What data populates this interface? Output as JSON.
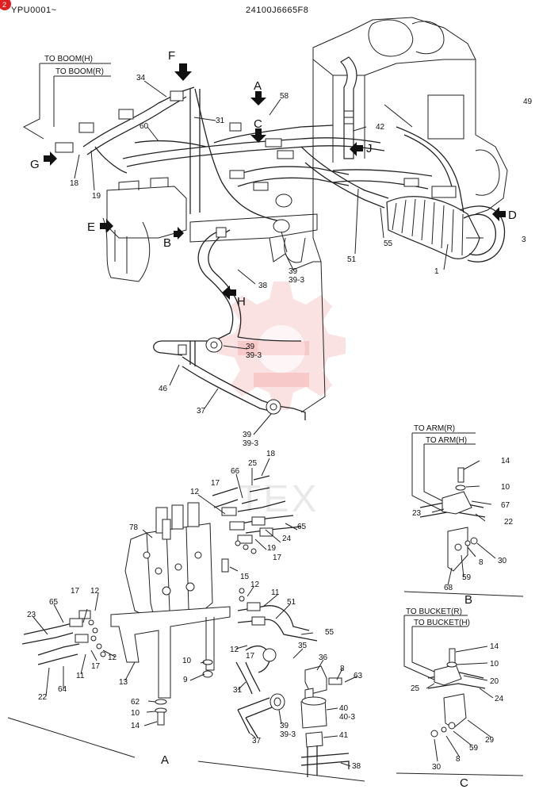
{
  "header": {
    "page_badge": "2",
    "serial": "YPU0001~",
    "part_code": "24100J6665F8"
  },
  "watermark": {
    "text": "TEX",
    "color": "#e64848"
  },
  "main_view": {
    "routing_labels": [
      "TO BOOM(H)",
      "TO BOOM(R)"
    ],
    "view_arrows": [
      "F",
      "A",
      "C",
      "J",
      "G",
      "E",
      "B",
      "D",
      "H"
    ],
    "callouts": {
      "c34": "34",
      "c31": "31",
      "c58": "58",
      "c49": "49",
      "c42": "42",
      "c60": "60",
      "c18": "18",
      "c19": "19",
      "c55": "55",
      "c3": "3",
      "c51": "51",
      "c1": "1",
      "c39a": "39",
      "c39_3a": "39-3",
      "c38": "38",
      "c39b": "39",
      "c39_3b": "39-3",
      "c46": "46",
      "c37": "37",
      "c39c": "39",
      "c39_3c": "39-3"
    }
  },
  "detail_a": {
    "view_label": "A",
    "callouts": {
      "c18": "18",
      "c25": "25",
      "c66": "66",
      "c17a": "17",
      "c12a": "12",
      "c78": "78",
      "c65a": "65",
      "c24a": "24",
      "c19": "19",
      "c17b": "17",
      "c15": "15",
      "c12b": "12",
      "c11a": "11",
      "c51": "51",
      "c55": "55",
      "c12c": "12",
      "c65b": "65",
      "c23": "23",
      "c17c": "17",
      "c12d": "12",
      "c17d": "17",
      "c11b": "11",
      "c64": "64",
      "c22": "22",
      "c13": "13",
      "c35": "35",
      "c36": "36",
      "c8": "8",
      "c63": "63",
      "c31": "31",
      "c10a": "10",
      "c9": "9",
      "c62": "62",
      "c10b": "10",
      "c14": "14",
      "c39": "39",
      "c39_3": "39-3",
      "c40": "40",
      "c40_3": "40-3",
      "c41": "41",
      "c37": "37",
      "c38": "38",
      "c12e": "12",
      "c17e": "17"
    }
  },
  "detail_b": {
    "view_label": "B",
    "routing_labels": [
      "TO ARM(R)",
      "TO ARM(H)"
    ],
    "callouts": {
      "c14": "14",
      "c10": "10",
      "c67": "67",
      "c23": "23",
      "c22": "22",
      "c8": "8",
      "c30": "30",
      "c59": "59",
      "c68": "68"
    }
  },
  "detail_c": {
    "view_label": "C",
    "routing_labels": [
      "TO BUCKET(R)",
      "TO BUCKET(H)"
    ],
    "callouts": {
      "c14": "14",
      "c10": "10",
      "c20": "20",
      "c25": "25",
      "c24": "24",
      "c29": "29",
      "c59": "59",
      "c8": "8",
      "c30": "30"
    }
  }
}
